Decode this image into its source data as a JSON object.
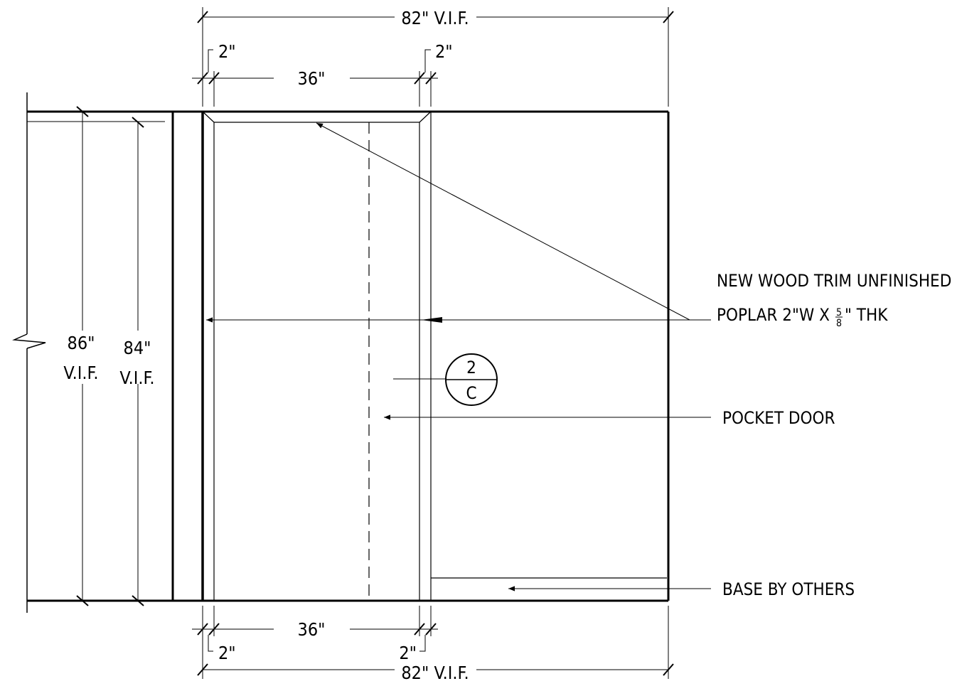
{
  "drawing": {
    "dimensions": {
      "top_overall": "82\" V.I.F.",
      "top_left_trim": "2\"",
      "top_opening": "36\"",
      "top_right_trim": "2\"",
      "bottom_left_trim": "2\"",
      "bottom_opening": "36\"",
      "bottom_right_trim": "2\"",
      "bottom_overall": "82\" V.I.F.",
      "height_overall_value": "86\"",
      "height_overall_suffix": "V.I.F.",
      "height_opening_value": "84\"",
      "height_opening_suffix": "V.I.F."
    },
    "notes": {
      "trim_line1": "NEW WOOD TRIM UNFINISHED",
      "trim_line2_pre": "POPLAR 2\"W X ",
      "trim_frac_num": "5",
      "trim_frac_den": "8",
      "trim_line2_post": "\" THK",
      "pocket_door": "POCKET DOOR",
      "base": "BASE BY OTHERS"
    },
    "section_tag": {
      "number": "2",
      "sheet": "C"
    }
  }
}
